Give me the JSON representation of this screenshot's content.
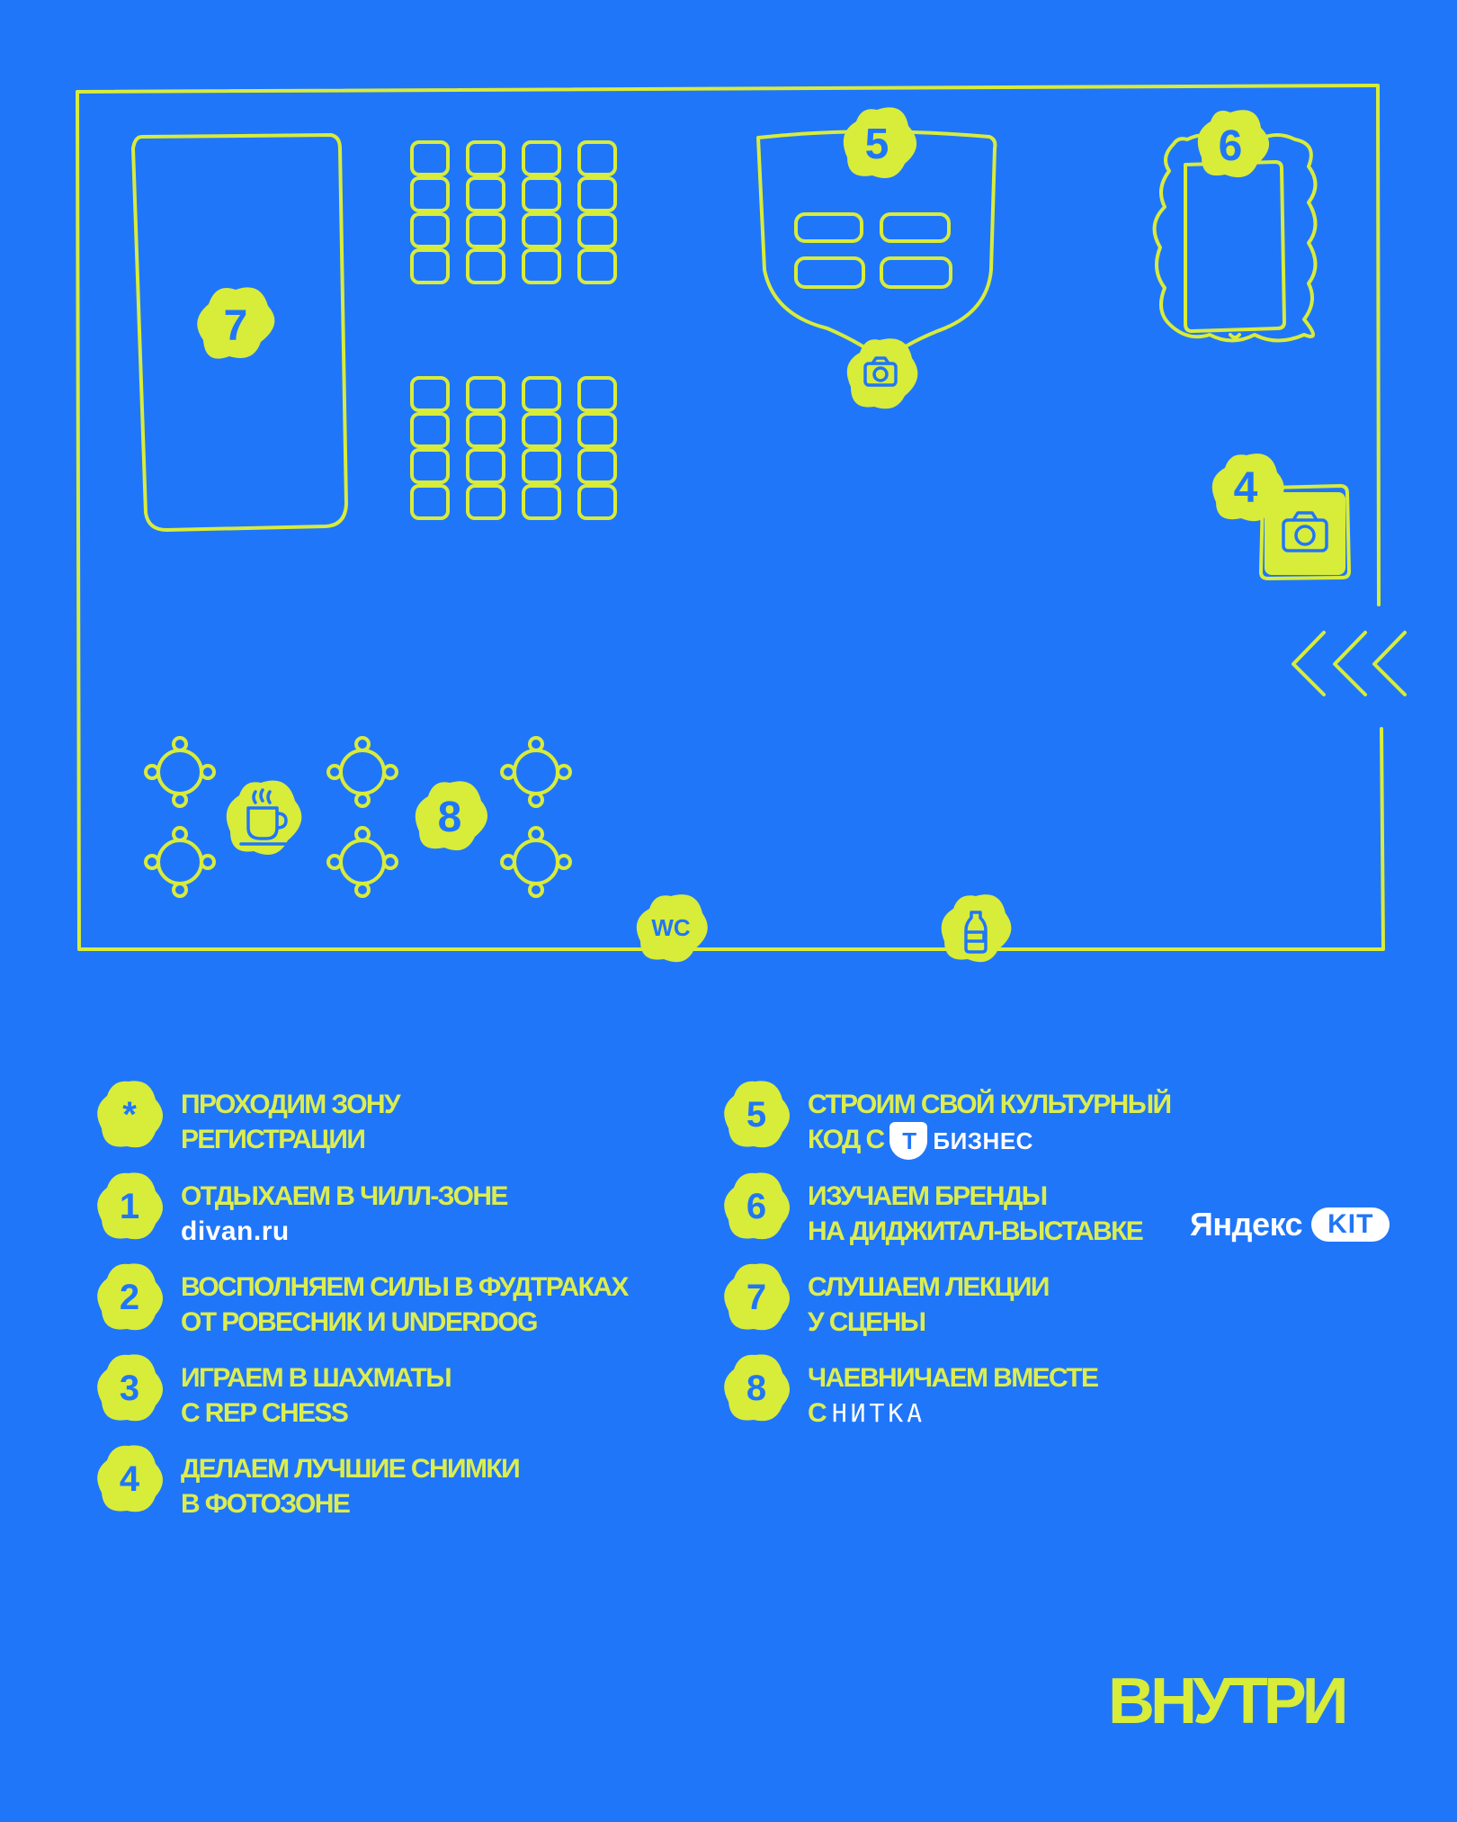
{
  "colors": {
    "background": "#2076F9",
    "accent": "#D8EC3A",
    "logo": "#FFFFFF"
  },
  "map": {
    "zone_numbers": {
      "stage": "7",
      "culture_code": "5",
      "digital_expo": "6",
      "photo_zone": "4",
      "tea_zone": "8"
    },
    "wc_label": "WC",
    "icons": [
      "camera-icon",
      "coffee-cup-icon",
      "water-bottle-icon",
      "entrance-arrows-icon"
    ]
  },
  "legend": [
    {
      "marker": "*",
      "lines": [
        "Проходим зону",
        "регистрации"
      ]
    },
    {
      "marker": "1",
      "lines": [
        "Отдыхаем в чилл-зоне"
      ],
      "logo": "divan.ru"
    },
    {
      "marker": "2",
      "lines": [
        "Восполняем силы в фудтраках",
        "от Ровесник и Underdog"
      ]
    },
    {
      "marker": "3",
      "lines": [
        "Играем в шахматы",
        "с Rep Chess"
      ]
    },
    {
      "marker": "4",
      "lines": [
        "Делаем лучшие снимки",
        "в фотозоне"
      ]
    },
    {
      "marker": "5",
      "lines": [
        "Строим свой культурный",
        "код с"
      ],
      "logo_mark": "Т",
      "logo_word": "БИЗНЕС"
    },
    {
      "marker": "6",
      "lines": [
        "Изучаем бренды",
        "на диджитал-выставке"
      ],
      "logo": "Яндекс",
      "logo_pill": "KIT"
    },
    {
      "marker": "7",
      "lines": [
        "Слушаем лекции",
        "у сцены"
      ]
    },
    {
      "marker": "8",
      "lines": [
        "Чаевничаем вместе",
        "с"
      ],
      "logo": "НИТКА"
    }
  ],
  "footer": {
    "title": "ВНУТРИ"
  }
}
